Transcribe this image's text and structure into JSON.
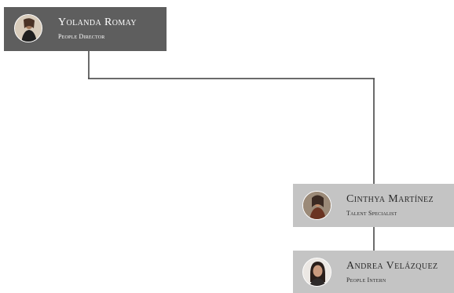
{
  "org_chart": {
    "nodes": [
      {
        "name": "Yolanda Romay",
        "role": "People Director",
        "avatar_icon": "person-photo-icon"
      },
      {
        "name": "Cinthya Martínez",
        "role": "Talent Specialist",
        "avatar_icon": "person-photo-icon"
      },
      {
        "name": "Andrea Velázquez",
        "role": "People Intern",
        "avatar_icon": "person-photo-icon"
      }
    ],
    "colors": {
      "top_card": "#5e5e5e",
      "sub_card": "#c4c4c4",
      "connector": "#3a3a3a"
    }
  }
}
